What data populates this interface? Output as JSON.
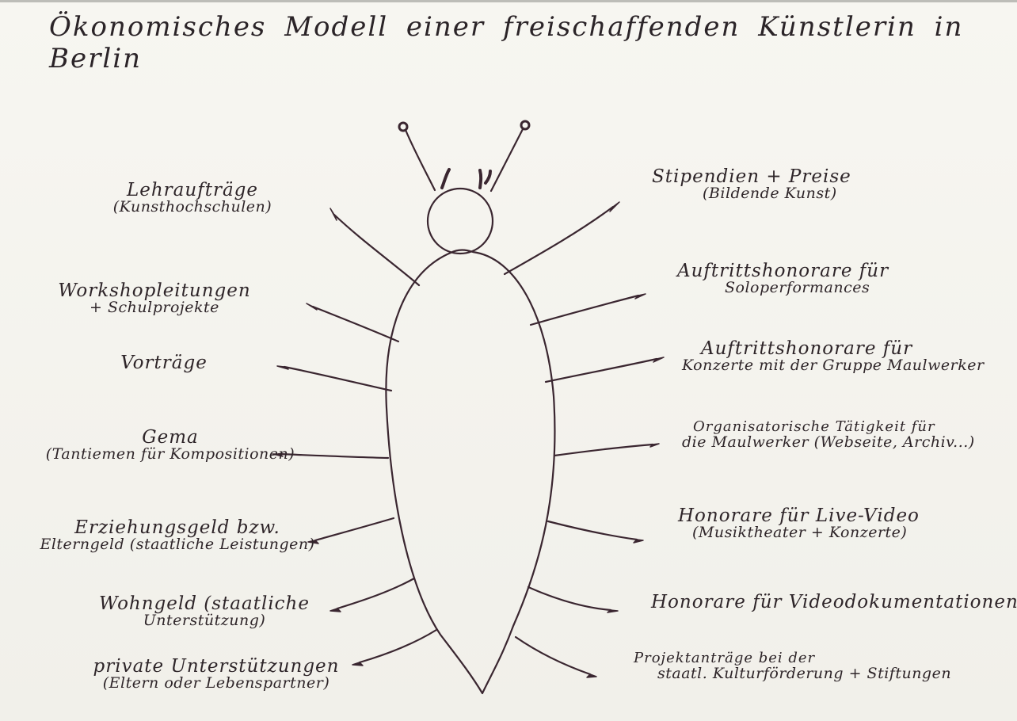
{
  "title": "Ökonomisches Modell einer freischaffenden Künstlerin in Berlin",
  "left_labels": [
    {
      "line1": "Lehraufträge",
      "line2": "(Kunsthochschulen)"
    },
    {
      "line1": "Workshopleitungen",
      "line2": "+ Schulprojekte"
    },
    {
      "line1": "Vorträge",
      "line2": ""
    },
    {
      "line1": "Gema",
      "line2": "(Tantiemen für Kompositionen)"
    },
    {
      "line1": "Erziehungsgeld bzw.",
      "line2": "Elterngeld (staatliche Leistungen)"
    },
    {
      "line1": "Wohngeld (staatliche",
      "line2": "Unterstützung)"
    },
    {
      "line1": "private Unterstützungen",
      "line2": "(Eltern oder Lebenspartner)"
    }
  ],
  "right_labels": [
    {
      "line1": "Stipendien + Preise",
      "line2": "(Bildende Kunst)"
    },
    {
      "line1": "Auftrittshonorare für",
      "line2": "Soloperformances"
    },
    {
      "line1": "Auftrittshonorare für",
      "line2": "Konzerte mit der Gruppe Maulwerker"
    },
    {
      "line1": "Organisatorische Tätigkeit für",
      "line2": "die Maulwerker (Webseite, Archiv...)"
    },
    {
      "line1": "Honorare für Live-Video",
      "line2": "(Musiktheater + Konzerte)"
    },
    {
      "line1": "Honorare für Videodokumentationen",
      "line2": ""
    },
    {
      "line1": "Projektanträge bei der",
      "line2": "staatl. Kulturförderung + Stiftungen"
    }
  ]
}
